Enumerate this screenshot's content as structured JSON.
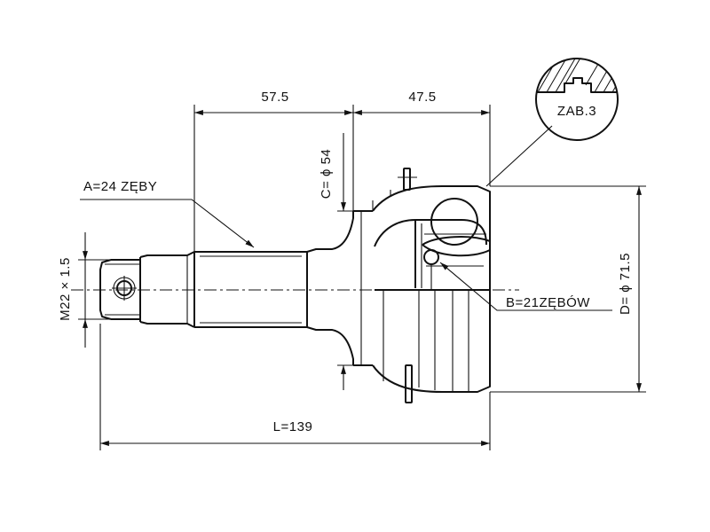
{
  "dimensions": {
    "top_left": "57.5",
    "top_right": "47.5",
    "total_length": "L=139",
    "seal_diameter": "C= ϕ 54",
    "outer_diameter": "D= ϕ 71.5",
    "thread": "M22 × 1.5"
  },
  "labels": {
    "shaft_splines": "A=24 ZĘBY",
    "inner_splines": "B=21ZĘBÓW",
    "detail": "ZAB.3"
  }
}
